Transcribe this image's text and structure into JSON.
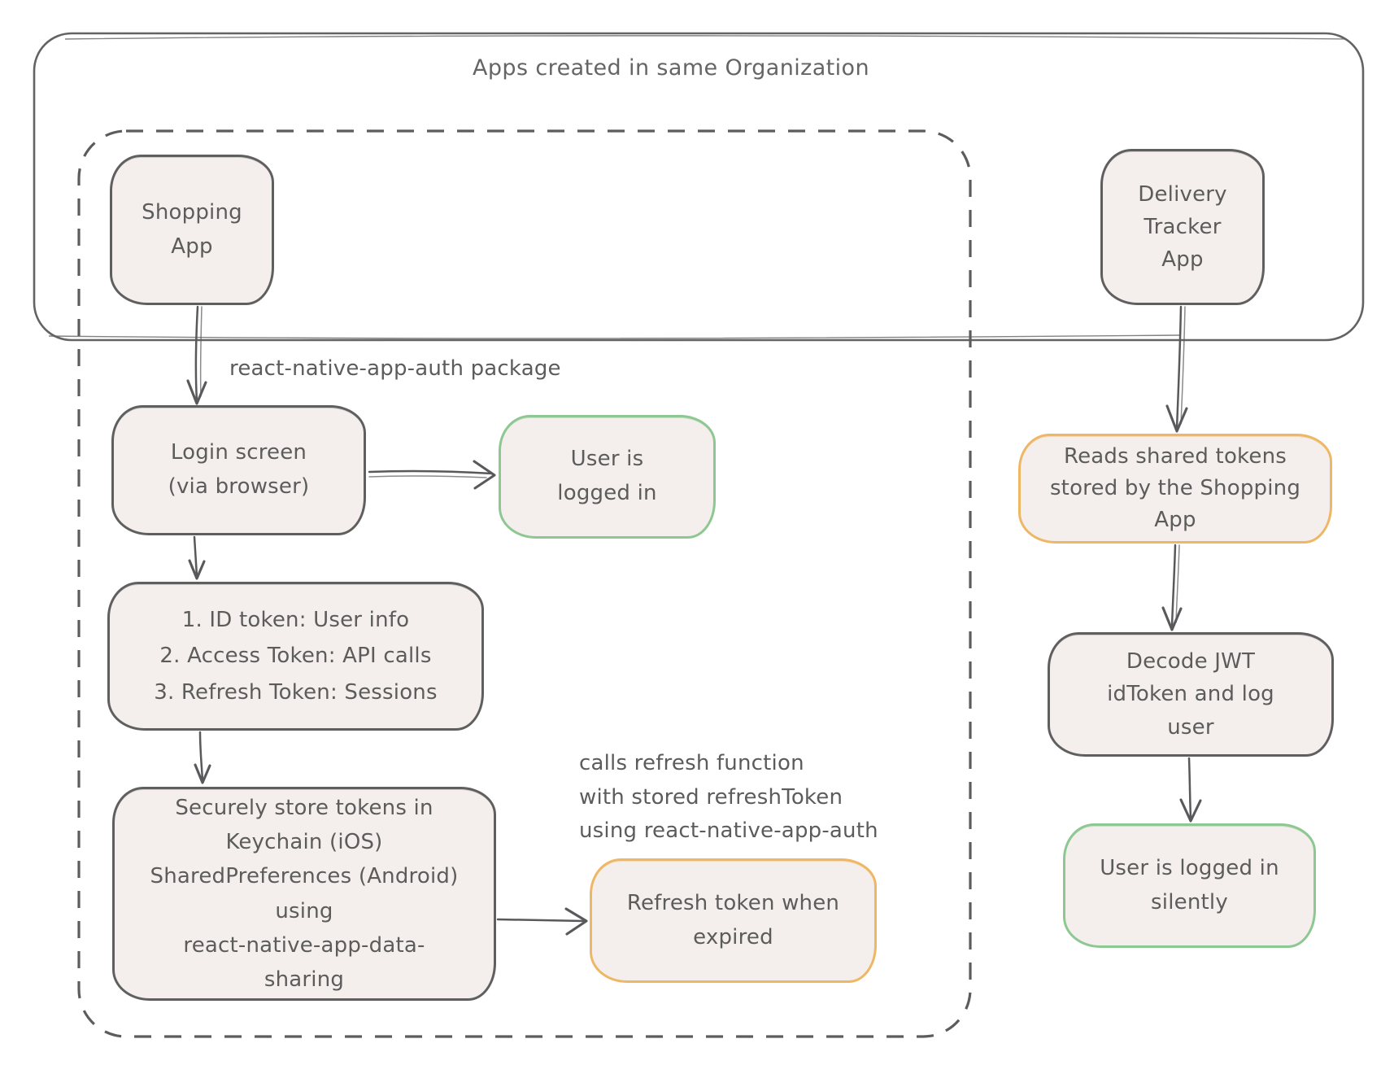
{
  "diagram": {
    "title": "Apps created in same Organization",
    "colors": {
      "box_fill": "#f4efec",
      "grey_stroke": "#5f5f5f",
      "green_stroke": "#8dc791",
      "orange_stroke": "#eeb766",
      "text": "#5c5c5c"
    },
    "nodes": {
      "shopping_app": {
        "label": "Shopping\nApp"
      },
      "delivery_tracker": {
        "label": "Delivery\nTracker\nApp"
      },
      "login_screen": {
        "label": "Login screen\n(via browser)"
      },
      "user_logged_in": {
        "label": "User is\nlogged in"
      },
      "token_list": {
        "label": "1. ID token: User info\n2. Access Token: API calls\n3. Refresh Token: Sessions"
      },
      "secure_store": {
        "label": "Securely store tokens in\nKeychain (iOS)\nSharedPreferences (Android)\nusing\nreact-native-app-data-\nsharing"
      },
      "refresh_token": {
        "label": "Refresh token when\nexpired"
      },
      "reads_tokens": {
        "label": "Reads shared tokens\nstored by the Shopping\nApp"
      },
      "decode_jwt": {
        "label": "Decode JWT\nidToken and log\nuser"
      },
      "logged_in_silently": {
        "label": "User is logged in\nsilently"
      }
    },
    "edge_labels": {
      "auth_package": "react-native-app-auth package",
      "refresh_note": "calls refresh function\nwith stored refreshToken\nusing react-native-app-auth"
    }
  }
}
